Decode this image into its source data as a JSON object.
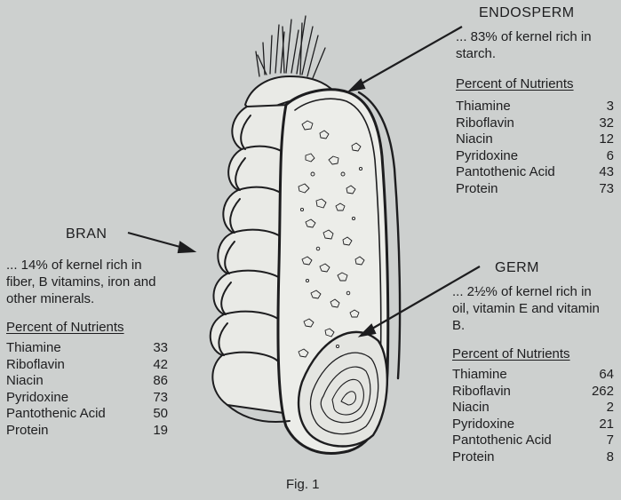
{
  "figure_label": "Fig. 1",
  "endosperm": {
    "heading": "ENDOSPERM",
    "description": "... 83% of kernel rich in starch.",
    "nutrients_title": "Percent of Nutrients",
    "nutrients": [
      {
        "name": "Thiamine",
        "value": "3"
      },
      {
        "name": "Riboflavin",
        "value": "32"
      },
      {
        "name": "Niacin",
        "value": "12"
      },
      {
        "name": "Pyridoxine",
        "value": "6"
      },
      {
        "name": "Pantothenic Acid",
        "value": "43"
      },
      {
        "name": "Protein",
        "value": "73"
      }
    ]
  },
  "bran": {
    "heading": "BRAN",
    "description": "... 14% of kernel rich in fiber, B vitamins, iron and other minerals.",
    "nutrients_title": "Percent of Nutrients",
    "nutrients": [
      {
        "name": "Thiamine",
        "value": "33"
      },
      {
        "name": "Riboflavin",
        "value": "42"
      },
      {
        "name": "Niacin",
        "value": "86"
      },
      {
        "name": "Pyridoxine",
        "value": "73"
      },
      {
        "name": "Pantothenic Acid",
        "value": "50"
      },
      {
        "name": "Protein",
        "value": "19"
      }
    ]
  },
  "germ": {
    "heading": "GERM",
    "description": "... 2½% of kernel rich in oil, vitamin E and vitamin B.",
    "nutrients_title": "Percent of Nutrients",
    "nutrients": [
      {
        "name": "Thiamine",
        "value": "64"
      },
      {
        "name": "Riboflavin",
        "value": "262"
      },
      {
        "name": "Niacin",
        "value": "2"
      },
      {
        "name": "Pyridoxine",
        "value": "21"
      },
      {
        "name": "Pantothenic Acid",
        "value": "7"
      },
      {
        "name": "Protein",
        "value": "8"
      }
    ]
  }
}
